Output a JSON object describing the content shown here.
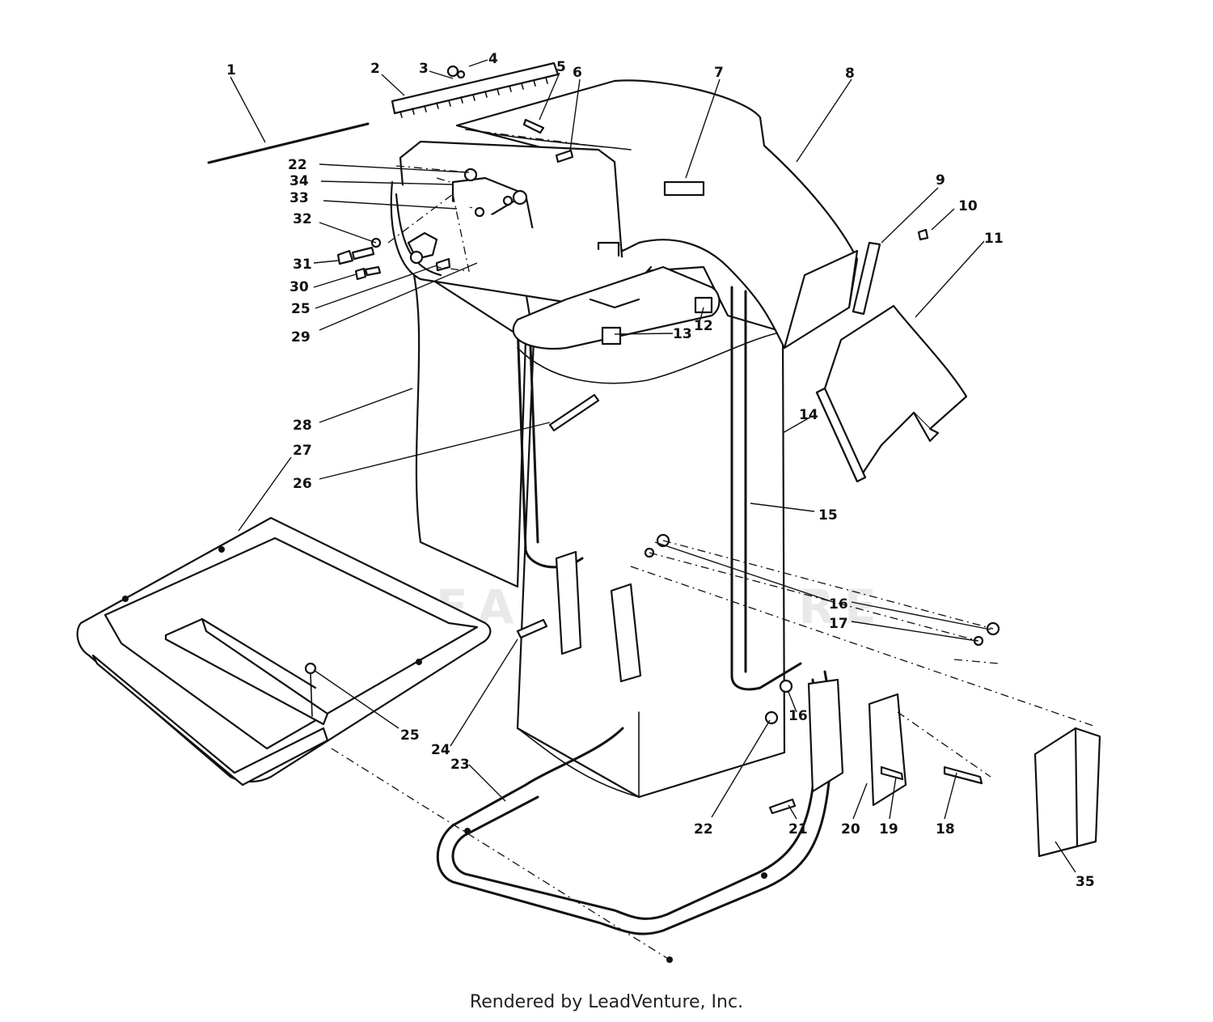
{
  "diagram": {
    "watermark": "LEADVENTURE",
    "callouts": [
      "1",
      "2",
      "3",
      "4",
      "5",
      "6",
      "7",
      "8",
      "9",
      "10",
      "11",
      "12",
      "13",
      "14",
      "15",
      "16",
      "16",
      "16",
      "17",
      "18",
      "19",
      "20",
      "21",
      "22",
      "22",
      "23",
      "24",
      "25",
      "25",
      "26",
      "27",
      "28",
      "29",
      "30",
      "31",
      "32",
      "33",
      "34",
      "35"
    ]
  },
  "footer": {
    "text": "Rendered by LeadVenture, Inc."
  },
  "colors": {
    "ink": "#111111",
    "paper": "#ffffff",
    "watermark": "#e9e9e9"
  }
}
